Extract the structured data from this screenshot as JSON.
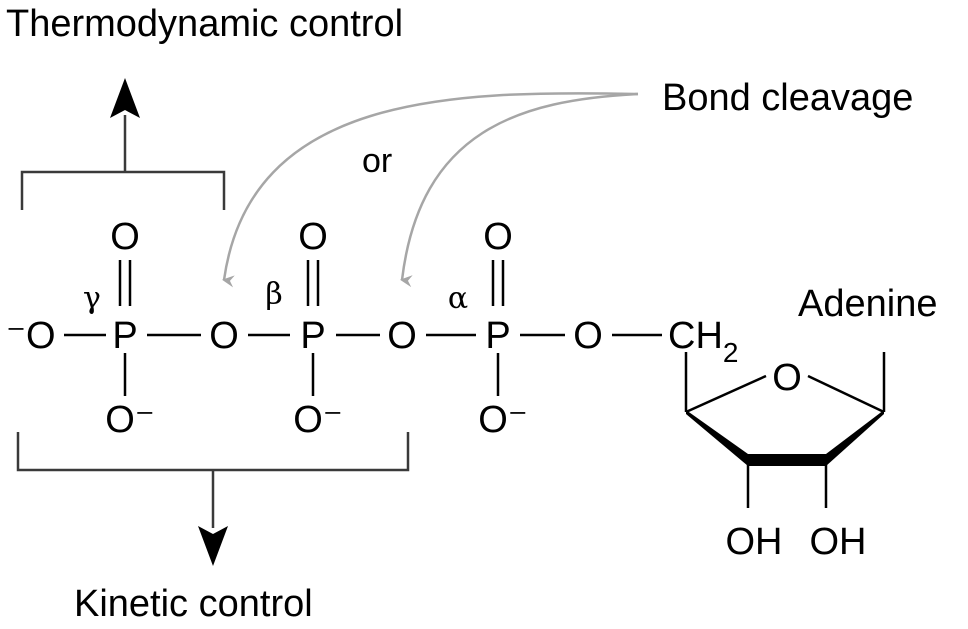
{
  "captions": {
    "top": "Thermodynamic control",
    "bottom": "Kinetic control",
    "cleavage": "Bond cleavage",
    "or": "or"
  },
  "phosphate_labels": {
    "gamma": "γ",
    "beta": "β",
    "alpha": "α"
  },
  "atoms": {
    "terminal_o": "⁻O",
    "p": "P",
    "o": "O",
    "o_minus": "O⁻",
    "ch2_main": "CH",
    "ch2_sub": "2",
    "adenine": "Adenine",
    "oh": "OH"
  },
  "colors": {
    "bond": "#000000",
    "bracket": "#3a3a3a",
    "cleavage_arrow": "#a6a6a6"
  }
}
